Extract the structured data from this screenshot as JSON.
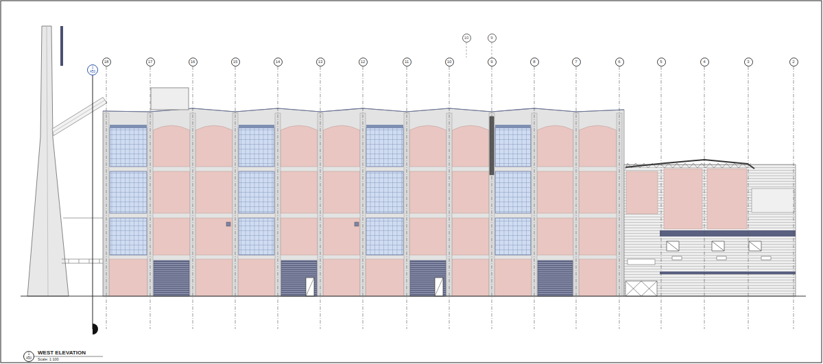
{
  "diagram": {
    "title": "WEST ELEVATION",
    "nodes": [
      {
        "text": [
          "10"
        ]
      },
      {
        "text": [
          "9"
        ]
      },
      {
        "text": [
          "18"
        ]
      },
      {
        "text": [
          "17"
        ]
      },
      {
        "text": [
          "16"
        ]
      },
      {
        "text": [
          "15"
        ]
      },
      {
        "text": [
          "14"
        ]
      },
      {
        "text": [
          "13"
        ]
      },
      {
        "text": [
          "12"
        ]
      },
      {
        "text": [
          "11"
        ]
      },
      {
        "text": [
          "10"
        ]
      },
      {
        "text": [
          "9"
        ]
      },
      {
        "text": [
          "8"
        ]
      },
      {
        "text": [
          "7"
        ]
      },
      {
        "text": [
          "6"
        ]
      },
      {
        "text": [
          "5"
        ]
      },
      {
        "text": [
          "4"
        ]
      },
      {
        "text": [
          "3"
        ]
      },
      {
        "text": [
          "2"
        ]
      },
      {
        "text": [
          "1",
          "A10"
        ]
      },
      {
        "text": [
          "1",
          "A10"
        ]
      }
    ],
    "labels": [
      "Scale: 1:100"
    ]
  }
}
